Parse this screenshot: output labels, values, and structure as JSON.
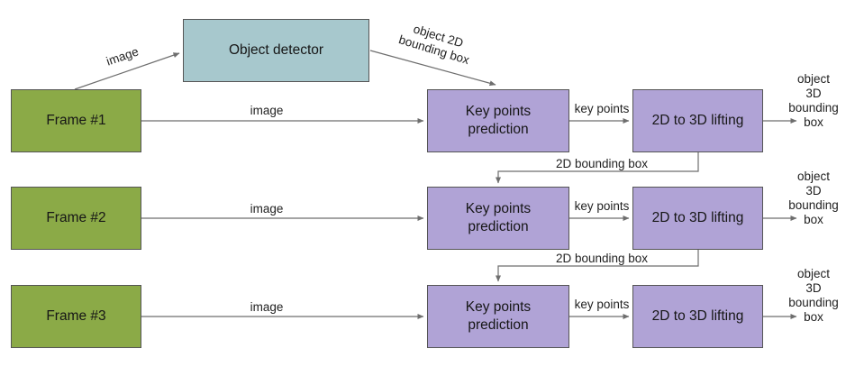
{
  "colors": {
    "background": "#ffffff",
    "frame_box_fill": "#8baa47",
    "detector_box_fill": "#a7c8cd",
    "module_box_fill": "#b0a3d6",
    "box_border": "#555555",
    "arrow": "#6e6e6e"
  },
  "top": {
    "detector_label": "Object detector",
    "image_edge_label": "image",
    "detector_output_edge_label": "object 2D\nbounding box"
  },
  "rows": [
    {
      "frame_label": "Frame #1",
      "keypoints_label": "Key points\nprediction",
      "lifting_label": "2D to 3D lifting",
      "image_edge_label": "image",
      "keypoints_edge_label": "key points",
      "output_edge_label": "object 3D\nbounding box"
    },
    {
      "frame_label": "Frame #2",
      "keypoints_label": "Key points\nprediction",
      "lifting_label": "2D to 3D lifting",
      "image_edge_label": "image",
      "keypoints_edge_label": "key points",
      "output_edge_label": "object 3D\nbounding box"
    },
    {
      "frame_label": "Frame #3",
      "keypoints_label": "Key points\nprediction",
      "lifting_label": "2D to 3D lifting",
      "image_edge_label": "image",
      "keypoints_edge_label": "key points",
      "output_edge_label": "object 3D\nbounding box"
    }
  ],
  "inter_row_edge_labels": [
    "2D bounding box",
    "2D bounding box"
  ]
}
